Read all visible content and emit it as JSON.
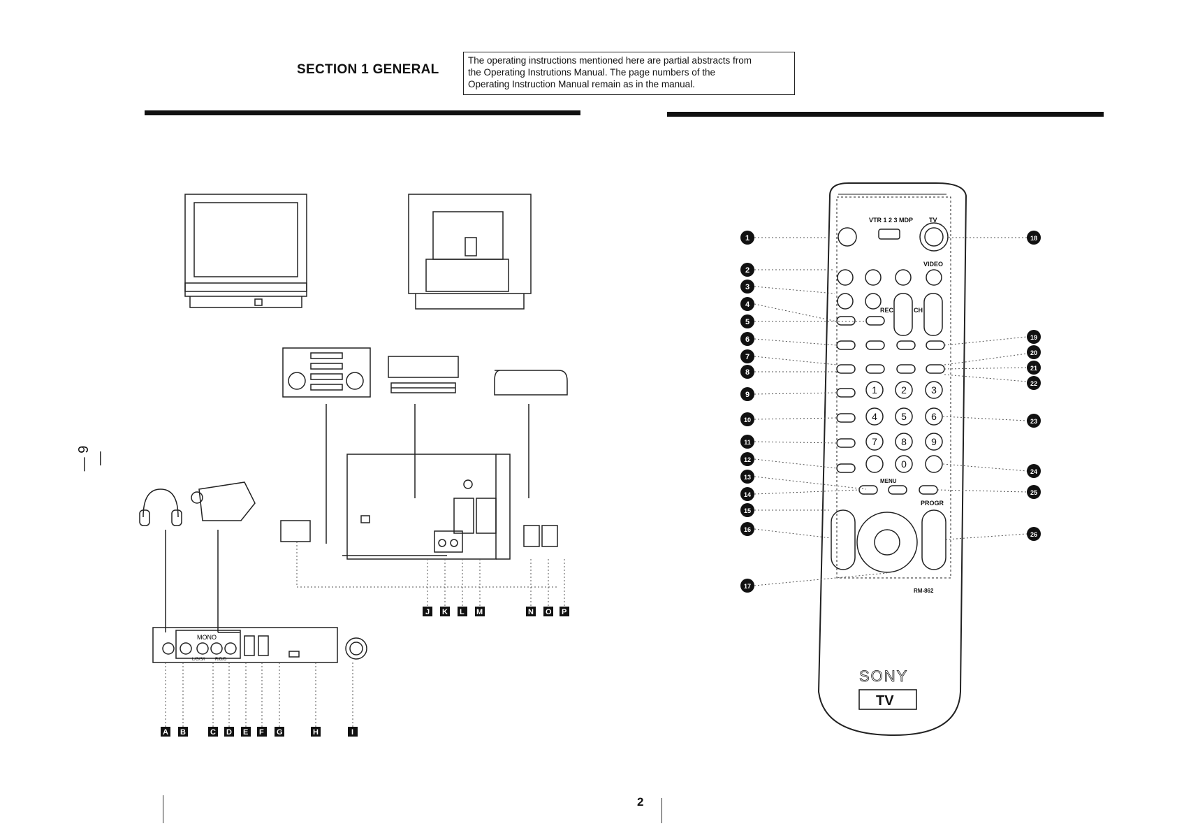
{
  "header": {
    "section_title": "SECTION 1 GENERAL",
    "note_lines": [
      "The operating instructions mentioned here are partial abstracts from",
      "the Operating Instrutions Manual. The page numbers of the",
      "Operating Instruction Manual remain as in the manual."
    ]
  },
  "side_page_label": "— 9 —",
  "page_number": "2",
  "connection_diagram": {
    "letter_labels": [
      "A",
      "B",
      "C",
      "D",
      "E",
      "F",
      "G",
      "H",
      "I",
      "J",
      "K",
      "L",
      "M",
      "N",
      "O",
      "P"
    ],
    "front_panel_text": [
      "MONO",
      "L/G/S/I",
      "R/D/D"
    ]
  },
  "remote": {
    "brand": "SONY",
    "model": "RM-862",
    "badge": "TV",
    "selector_label": "VTR 1 2 3 MDP",
    "labels": {
      "tv": "TV",
      "video": "VIDEO",
      "rec": "REC",
      "ch": "CH",
      "menu": "MENU",
      "progr": "PROGR"
    },
    "digits": [
      "1",
      "2",
      "3",
      "4",
      "5",
      "6",
      "7",
      "8",
      "9",
      "0"
    ],
    "callouts_left": [
      "1",
      "2",
      "3",
      "4",
      "5",
      "6",
      "7",
      "8",
      "9",
      "10",
      "11",
      "12",
      "13",
      "14",
      "15",
      "16",
      "17"
    ],
    "callouts_right": [
      "18",
      "19",
      "20",
      "21",
      "22",
      "23",
      "24",
      "25",
      "26"
    ]
  }
}
